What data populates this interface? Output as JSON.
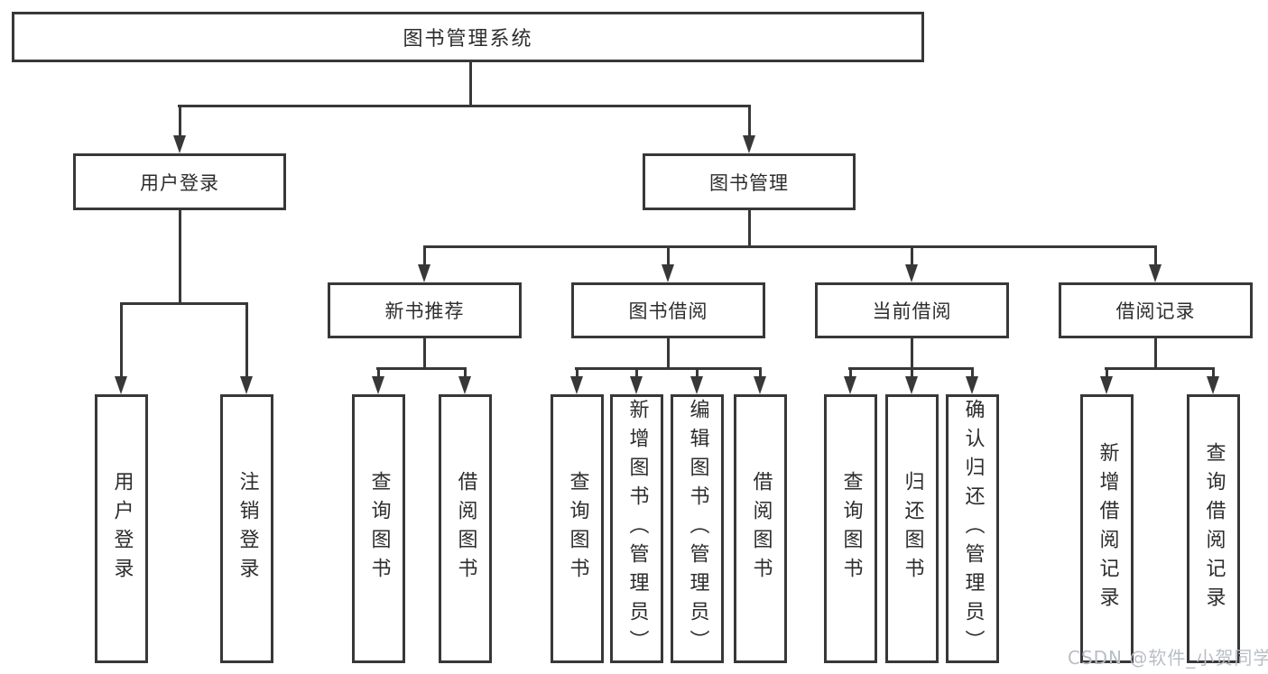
{
  "title": "图书管理系统",
  "colors": {
    "line": "#383838",
    "text": "#2d2d2d",
    "background": "#ffffff",
    "watermark": "#b9bdc6"
  },
  "watermark": {
    "text": "CSDN @软件_小贺同学"
  },
  "nodes": {
    "root": {
      "label": "图书管理系统"
    },
    "userLogin": {
      "label": "用户登录"
    },
    "bookMgmt": {
      "label": "图书管理"
    },
    "newBookRec": {
      "label": "新书推荐"
    },
    "bookBorrow": {
      "label": "图书借阅"
    },
    "currentBorrow": {
      "label": "当前借阅"
    },
    "borrowRecords": {
      "label": "借阅记录"
    },
    "userLoginLeaf": {
      "label": "用户登录"
    },
    "logoutLeaf": {
      "label": "注销登录"
    },
    "recQueryBooks": {
      "label": "查询图书"
    },
    "recBorrowBooks": {
      "label": "借阅图书"
    },
    "bbQueryBooks": {
      "label": "查询图书"
    },
    "bbAddBooks": {
      "label": "新增图书（管理员）"
    },
    "bbEditBooks": {
      "label": "编辑图书（管理员）"
    },
    "bbBorrowBooks": {
      "label": "借阅图书"
    },
    "cbQueryBooks": {
      "label": "查询图书"
    },
    "cbReturnBooks": {
      "label": "归还图书"
    },
    "cbConfirmReturn": {
      "label": "确认归还（管理员）"
    },
    "brAddRecord": {
      "label": "新增借阅记录"
    },
    "brQueryRecord": {
      "label": "查询借阅记录"
    }
  },
  "hierarchy": {
    "图书管理系统": [
      "用户登录",
      "图书管理"
    ],
    "用户登录": [
      "用户登录",
      "注销登录"
    ],
    "图书管理": [
      "新书推荐",
      "图书借阅",
      "当前借阅",
      "借阅记录"
    ],
    "新书推荐": [
      "查询图书",
      "借阅图书"
    ],
    "图书借阅": [
      "查询图书",
      "新增图书（管理员）",
      "编辑图书（管理员）",
      "借阅图书"
    ],
    "当前借阅": [
      "查询图书",
      "归还图书",
      "确认归还（管理员）"
    ],
    "借阅记录": [
      "新增借阅记录",
      "查询借阅记录"
    ]
  }
}
